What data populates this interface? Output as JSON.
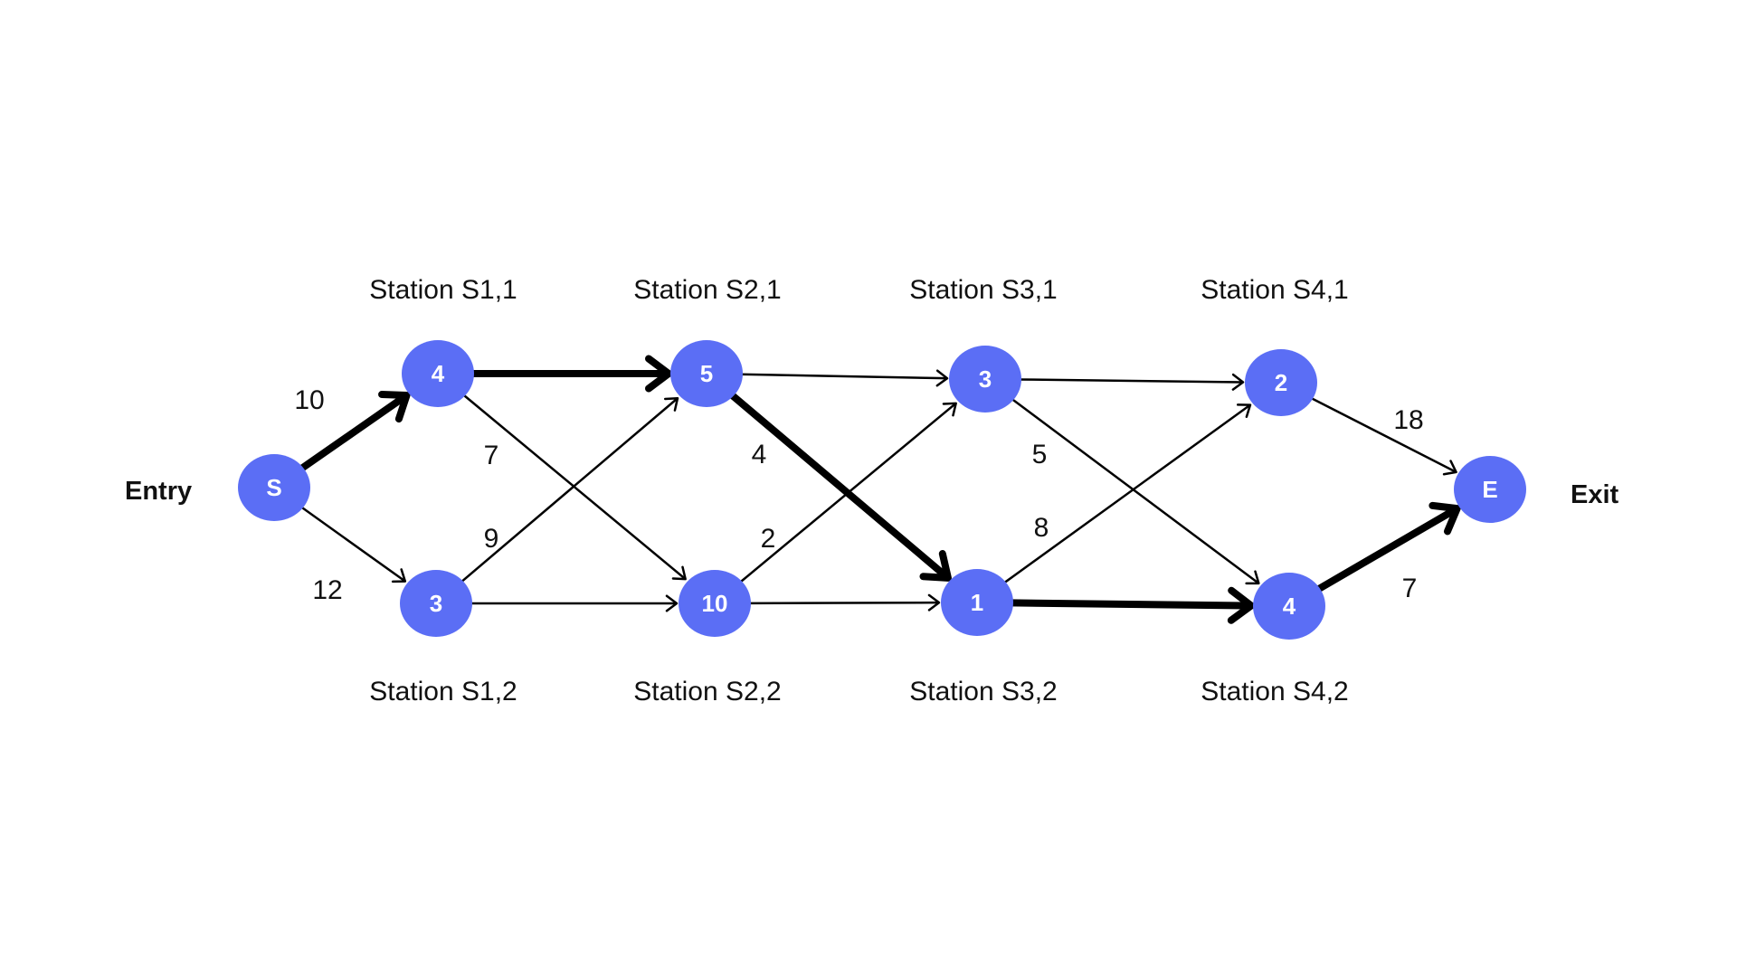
{
  "diagram": {
    "side_labels": {
      "entry": "Entry",
      "exit": "Exit"
    },
    "colors": {
      "node_fill": "#5B6EF5",
      "node_text": "#ffffff",
      "edge": "#000000",
      "background": "#ffffff"
    },
    "nodes": [
      {
        "id": "S",
        "label": "S"
      },
      {
        "id": "S11",
        "label": "4",
        "station": "Station S1,1"
      },
      {
        "id": "S12",
        "label": "3",
        "station": "Station S1,2"
      },
      {
        "id": "S21",
        "label": "5",
        "station": "Station S2,1"
      },
      {
        "id": "S22",
        "label": "10",
        "station": "Station S2,2"
      },
      {
        "id": "S31",
        "label": "3",
        "station": "Station S3,1"
      },
      {
        "id": "S32",
        "label": "1",
        "station": "Station S3,2"
      },
      {
        "id": "S41",
        "label": "2",
        "station": "Station S4,1"
      },
      {
        "id": "S42",
        "label": "4",
        "station": "Station S4,2"
      },
      {
        "id": "E",
        "label": "E"
      }
    ],
    "edges": [
      {
        "from": "S",
        "to": "S11",
        "weight": "10",
        "highlighted": true
      },
      {
        "from": "S",
        "to": "S12",
        "weight": "12",
        "highlighted": false
      },
      {
        "from": "S11",
        "to": "S21",
        "weight": "",
        "highlighted": true
      },
      {
        "from": "S11",
        "to": "S22",
        "weight": "7",
        "highlighted": false
      },
      {
        "from": "S12",
        "to": "S21",
        "weight": "9",
        "highlighted": false
      },
      {
        "from": "S12",
        "to": "S22",
        "weight": "",
        "highlighted": false
      },
      {
        "from": "S21",
        "to": "S31",
        "weight": "",
        "highlighted": false
      },
      {
        "from": "S21",
        "to": "S32",
        "weight": "4",
        "highlighted": true
      },
      {
        "from": "S22",
        "to": "S31",
        "weight": "2",
        "highlighted": false
      },
      {
        "from": "S22",
        "to": "S32",
        "weight": "",
        "highlighted": false
      },
      {
        "from": "S31",
        "to": "S41",
        "weight": "",
        "highlighted": false
      },
      {
        "from": "S31",
        "to": "S42",
        "weight": "5",
        "highlighted": false
      },
      {
        "from": "S32",
        "to": "S41",
        "weight": "8",
        "highlighted": false
      },
      {
        "from": "S32",
        "to": "S42",
        "weight": "",
        "highlighted": true
      },
      {
        "from": "S41",
        "to": "E",
        "weight": "18",
        "highlighted": false
      },
      {
        "from": "S42",
        "to": "E",
        "weight": "7",
        "highlighted": true
      }
    ]
  }
}
